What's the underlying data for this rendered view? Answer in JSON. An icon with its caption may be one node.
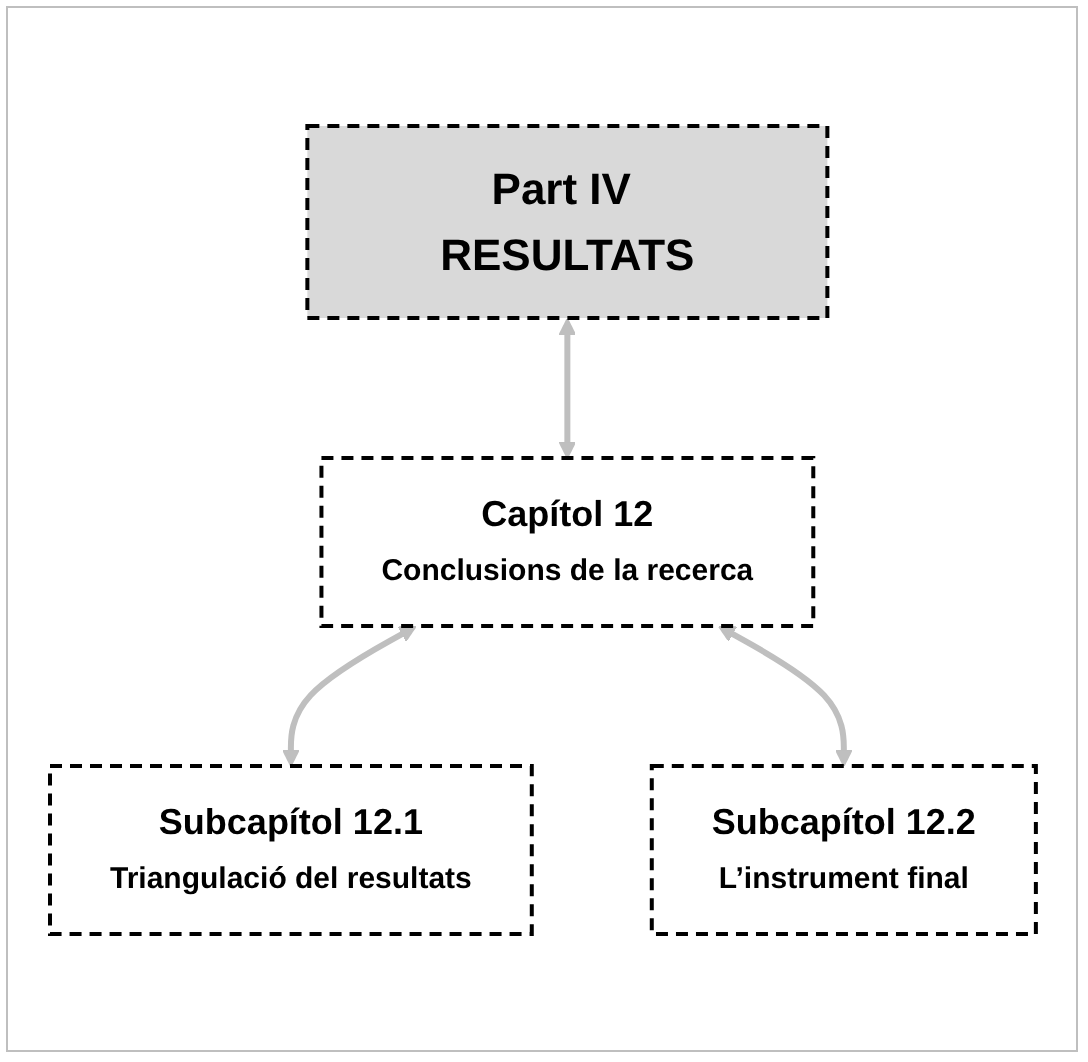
{
  "diagram": {
    "nodes": [
      {
        "text": [
          "Part IV RESULTATS"
        ]
      },
      {
        "text": [
          "Capítol 12",
          "Conclusions de la recerca"
        ]
      },
      {
        "text": [
          "Subcapítol 12.1",
          "Triangulació del resultats"
        ]
      },
      {
        "text": [
          "Subcapítol 12.2",
          "L’instrument final"
        ]
      }
    ],
    "edges": [
      {
        "from": 0,
        "to": 1,
        "arrow": "both"
      },
      {
        "from": 1,
        "to": 2,
        "arrow": "both"
      },
      {
        "from": 1,
        "to": 3,
        "arrow": "both"
      }
    ]
  }
}
